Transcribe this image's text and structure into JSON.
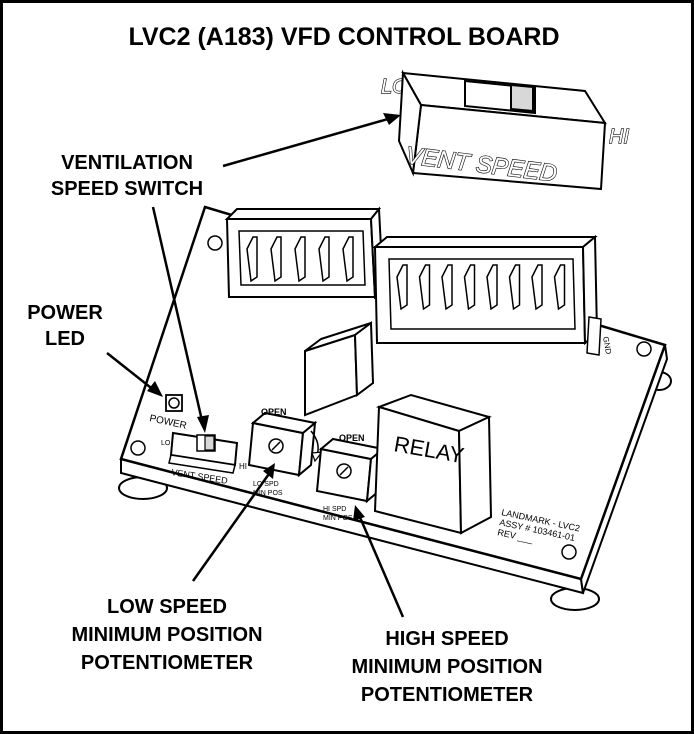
{
  "title": "LVC2 (A183) VFD CONTROL BOARD",
  "callouts": {
    "vent_switch": [
      "VENTILATION",
      "SPEED SWITCH"
    ],
    "power_led": [
      "POWER",
      "LED"
    ],
    "low_pot": [
      "LOW SPEED",
      "MINIMUM POSITION",
      "POTENTIOMETER"
    ],
    "high_pot": [
      "HIGH SPEED",
      "MINIMUM POSITION",
      "POTENTIOMETER"
    ]
  },
  "switch_detail": {
    "lo": "LO",
    "hi": "HI",
    "label": "VENT  SPEED"
  },
  "board": {
    "power": "POWER",
    "lo": "LO",
    "hi": "HI",
    "vent_speed": "VENT  SPEED",
    "relay": "RELAY",
    "lo_pot_label": [
      "LO SPD",
      "MIN POS"
    ],
    "hi_pot_label": [
      "HI SPD",
      "MIN POS"
    ],
    "open_1": "OPEN",
    "open_2": "OPEN",
    "gnd": "GND",
    "info": [
      "LANDMARK - LVC2",
      "ASSY # 103461-01",
      "REV  ___"
    ]
  },
  "colors": {
    "line": "#000000",
    "fill": "#ffffff",
    "shade": "#d8d8d8"
  }
}
